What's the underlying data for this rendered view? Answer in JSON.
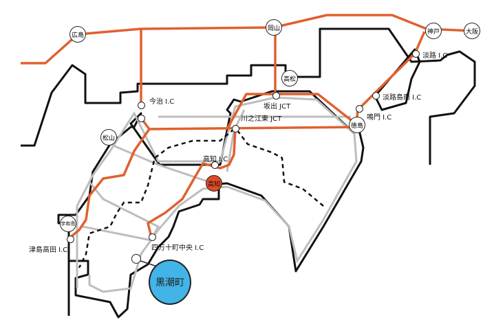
{
  "colors": {
    "expressway": "#e0602e",
    "road": "#bdbdbd",
    "highlight_city": "#e04a25",
    "callout": "#42b4e8"
  },
  "cities": {
    "hiroshima": "広島",
    "okayama": "岡山",
    "kobe": "神戸",
    "osaka": "大阪",
    "takamatsu": "高松",
    "matsuyama": "松山",
    "tokushima": "徳島",
    "kochi": "高知",
    "uwajima": "宇和島"
  },
  "interchanges": {
    "awaji": "淡路 I.C",
    "awajishima_minami": "淡路島南 I.C",
    "naruto": "鳴門 I.C",
    "imabari": "今治 I.C",
    "sakaide": "坂出 JCT",
    "kawanoe": "川之江東 JCT",
    "kochi_ic": "高知 I.C",
    "shimanto": "四万十町中央 I.C",
    "tsushima": "津島高田 I.C"
  },
  "callout": {
    "label": "黒潮町"
  }
}
